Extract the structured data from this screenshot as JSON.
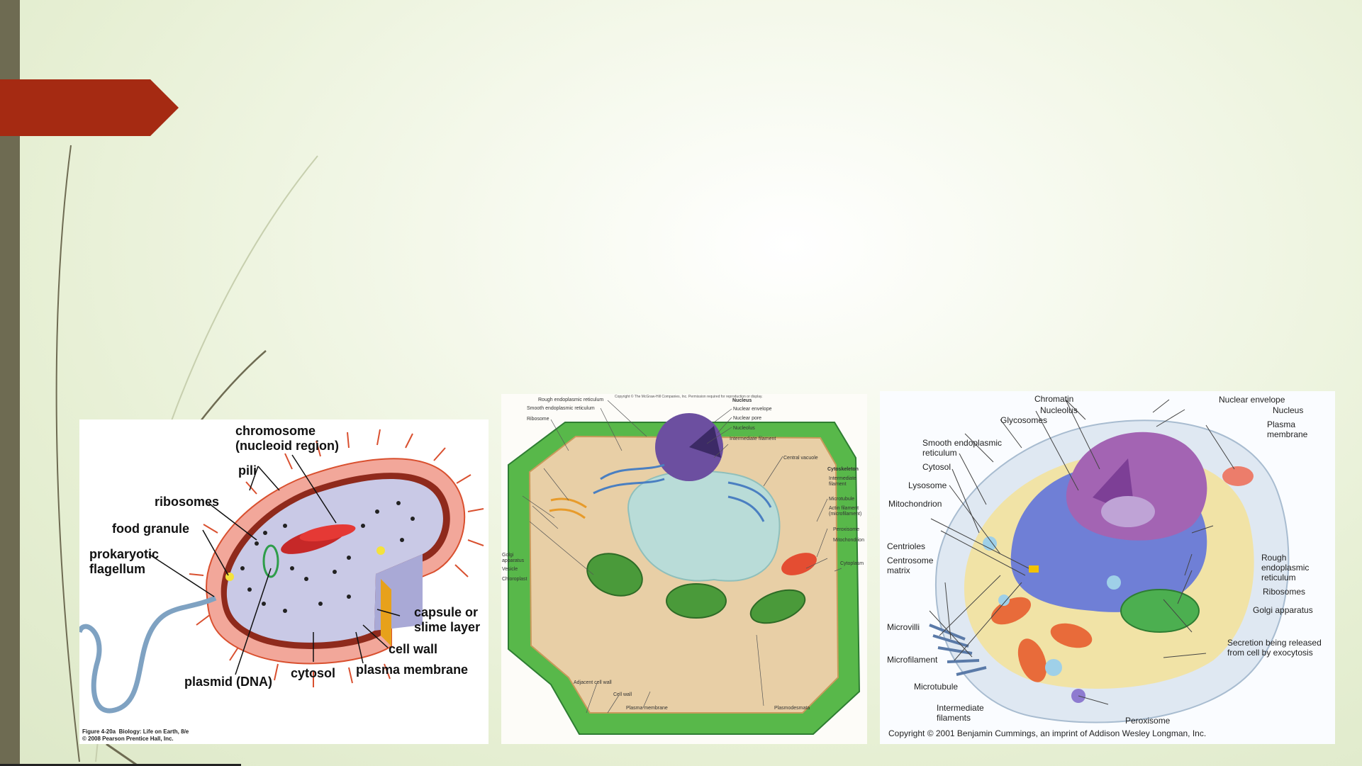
{
  "slide": {
    "colors": {
      "accent": "#a52a12",
      "sidebar": "#6e6b52",
      "background": "#e6efd3"
    }
  },
  "prokaryote": {
    "labels": {
      "chromosome": "chromosome\n(nucleoid region)",
      "pili": "pili",
      "ribosomes": "ribosomes",
      "food_granule": "food granule",
      "flagellum": "prokaryotic\nflagellum",
      "capsule": "capsule or\nslime layer",
      "cell_wall": "cell wall",
      "plasma_membrane": "plasma membrane",
      "cytosol": "cytosol",
      "plasmid": "plasmid (DNA)"
    },
    "credit": "Figure 4-20a  Biology: Life on Earth, 8/e\n© 2008 Pearson Prentice Hall, Inc."
  },
  "plant_cell": {
    "copyright": "Copyright © The McGraw-Hill Companies, Inc. Permission required for reproduction or display.",
    "labels": {
      "rough_er": "Rough endoplasmic reticulum",
      "smooth_er": "Smooth endoplasmic reticulum",
      "ribosome": "Ribosome",
      "nucleus": "Nucleus",
      "nuclear_envelope": "Nuclear envelope",
      "nuclear_pore": "Nuclear pore",
      "nucleolus": "Nucleolus",
      "intermediate_filament": "Intermediate filament",
      "central_vacuole": "Central vacuole",
      "cytoskeleton": "Cytoskeleton",
      "cyto_intermediate": "Intermediate filament",
      "microtubule": "Microtubule",
      "actin": "Actin filament (microfilament)",
      "peroxisome": "Peroxisome",
      "mitochondrion": "Mitochondrion",
      "cytoplasm": "Cytoplasm",
      "golgi": "Golgi apparatus",
      "vesicle": "Vesicle",
      "chloroplast": "Chloroplast",
      "adjacent_wall": "Adjacent cell wall",
      "cell_wall": "Cell wall",
      "plasma_membrane": "Plasma membrane",
      "plasmodesmata": "Plasmodesmata"
    }
  },
  "animal_cell": {
    "labels": {
      "chromatin": "Chromatin",
      "nuclear_envelope": "Nuclear envelope",
      "nucleolus": "Nucleolus",
      "nucleus": "Nucleus",
      "glycosomes": "Glycosomes",
      "plasma_membrane": "Plasma\nmembrane",
      "smooth_er": "Smooth endoplasmic\nreticulum",
      "cytosol": "Cytosol",
      "lysosome": "Lysosome",
      "mitochondrion": "Mitochondrion",
      "centrioles": "Centrioles",
      "centrosome": "Centrosome\nmatrix",
      "rough_er": "Rough\nendoplasmic\nreticulum",
      "ribosomes": "Ribosomes",
      "golgi": "Golgi apparatus",
      "microvilli": "Microvilli",
      "secretion": "Secretion being released\nfrom cell by exocytosis",
      "microfilament": "Microfilament",
      "microtubule": "Microtubule",
      "intermediate": "Intermediate\nfilaments",
      "peroxisome": "Peroxisome"
    },
    "copyright": "Copyright © 2001 Benjamin Cummings, an imprint of Addison Wesley Longman, Inc."
  }
}
